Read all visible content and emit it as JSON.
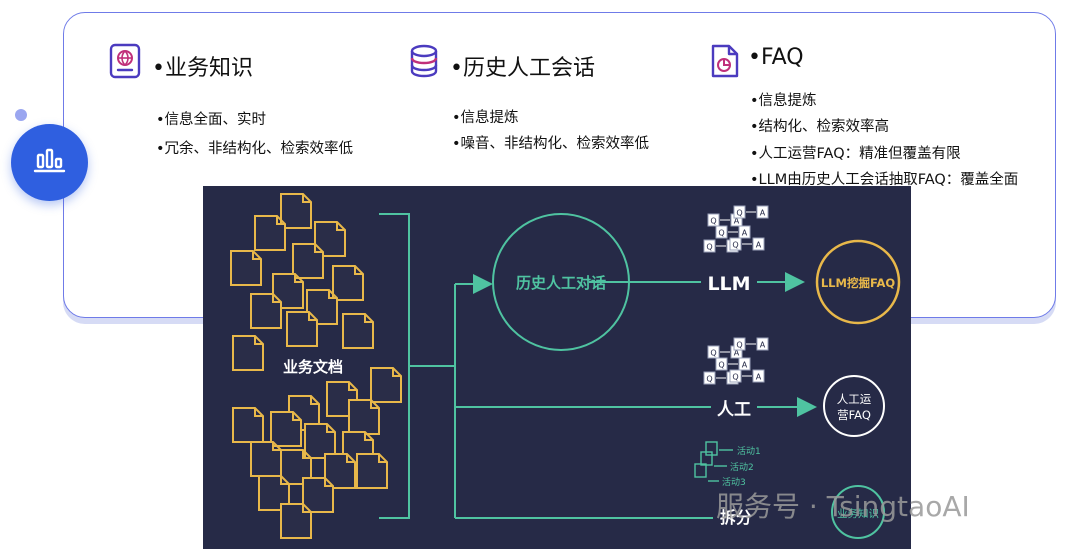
{
  "columns": [
    {
      "title": "•业务知识",
      "icon": "globe-document-icon",
      "bullets": [
        "•信息全面、实时",
        "•冗余、非结构化、检索效率低"
      ]
    },
    {
      "title": "•历史人工会话",
      "icon": "database-icon",
      "bullets": [
        "•信息提炼",
        "•噪音、非结构化、检索效率低"
      ]
    },
    {
      "title": "•FAQ",
      "icon": "document-chart-icon",
      "bullets": [
        "•信息提炼",
        "•结构化、检索效率高",
        "•人工运营FAQ：精准但覆盖有限",
        "•LLM由历史人工会话抽取FAQ：覆盖全面"
      ]
    }
  ],
  "side_icon": "bar-chart-icon",
  "diagram": {
    "source_label": "业务文档",
    "dialogue_node": "历史人工对话",
    "llm_label": "LLM",
    "llm_output": "LLM挖掘FAQ",
    "manual_label": "人工",
    "manual_output": "人工运营FAQ",
    "split_label": "拆分",
    "split_output": "业务知识",
    "activities": [
      "活动1",
      "活动2",
      "活动3"
    ],
    "qa_q": "Q",
    "qa_a": "A"
  },
  "watermark": "服务号 · TsingtaoAI",
  "colors": {
    "accent_blue": "#2f5fe0",
    "card_border": "#6f7be8",
    "diagram_bg": "#262a47",
    "flow_green": "#4fc3a1",
    "doc_yellow": "#e8b84a"
  }
}
